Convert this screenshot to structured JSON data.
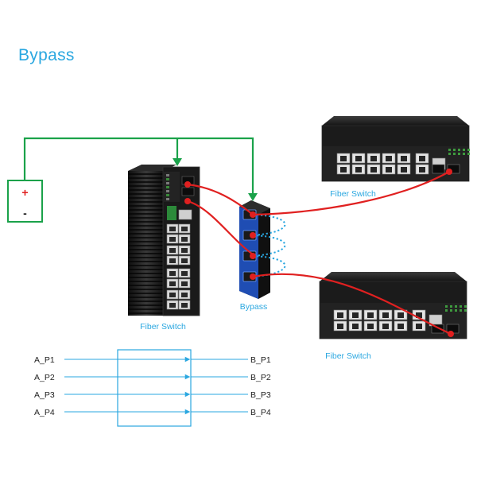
{
  "title": "Bypass",
  "power": {
    "plus": "+",
    "minus": "-"
  },
  "devices": {
    "left_switch": "Fiber Switch",
    "top_right_switch": "Fiber Switch",
    "bottom_right_switch": "Fiber Switch",
    "bypass": "Bypass"
  },
  "ports": {
    "a": [
      "A_P1",
      "A_P2",
      "A_P3",
      "A_P4"
    ],
    "b": [
      "B_P1",
      "B_P2",
      "B_P3",
      "B_P4"
    ]
  },
  "colors": {
    "title": "#2aa7e0",
    "power_line": "#1aa24a",
    "cable": "#e02020",
    "bypass_loop": "#2aa7e0",
    "port_line": "#2aa7e0",
    "device_body": "#1c1c1c"
  },
  "icons": [
    "power-plus-icon",
    "power-minus-icon",
    "arrow-down-icon",
    "rj45-port-icon",
    "fiber-port-icon"
  ]
}
